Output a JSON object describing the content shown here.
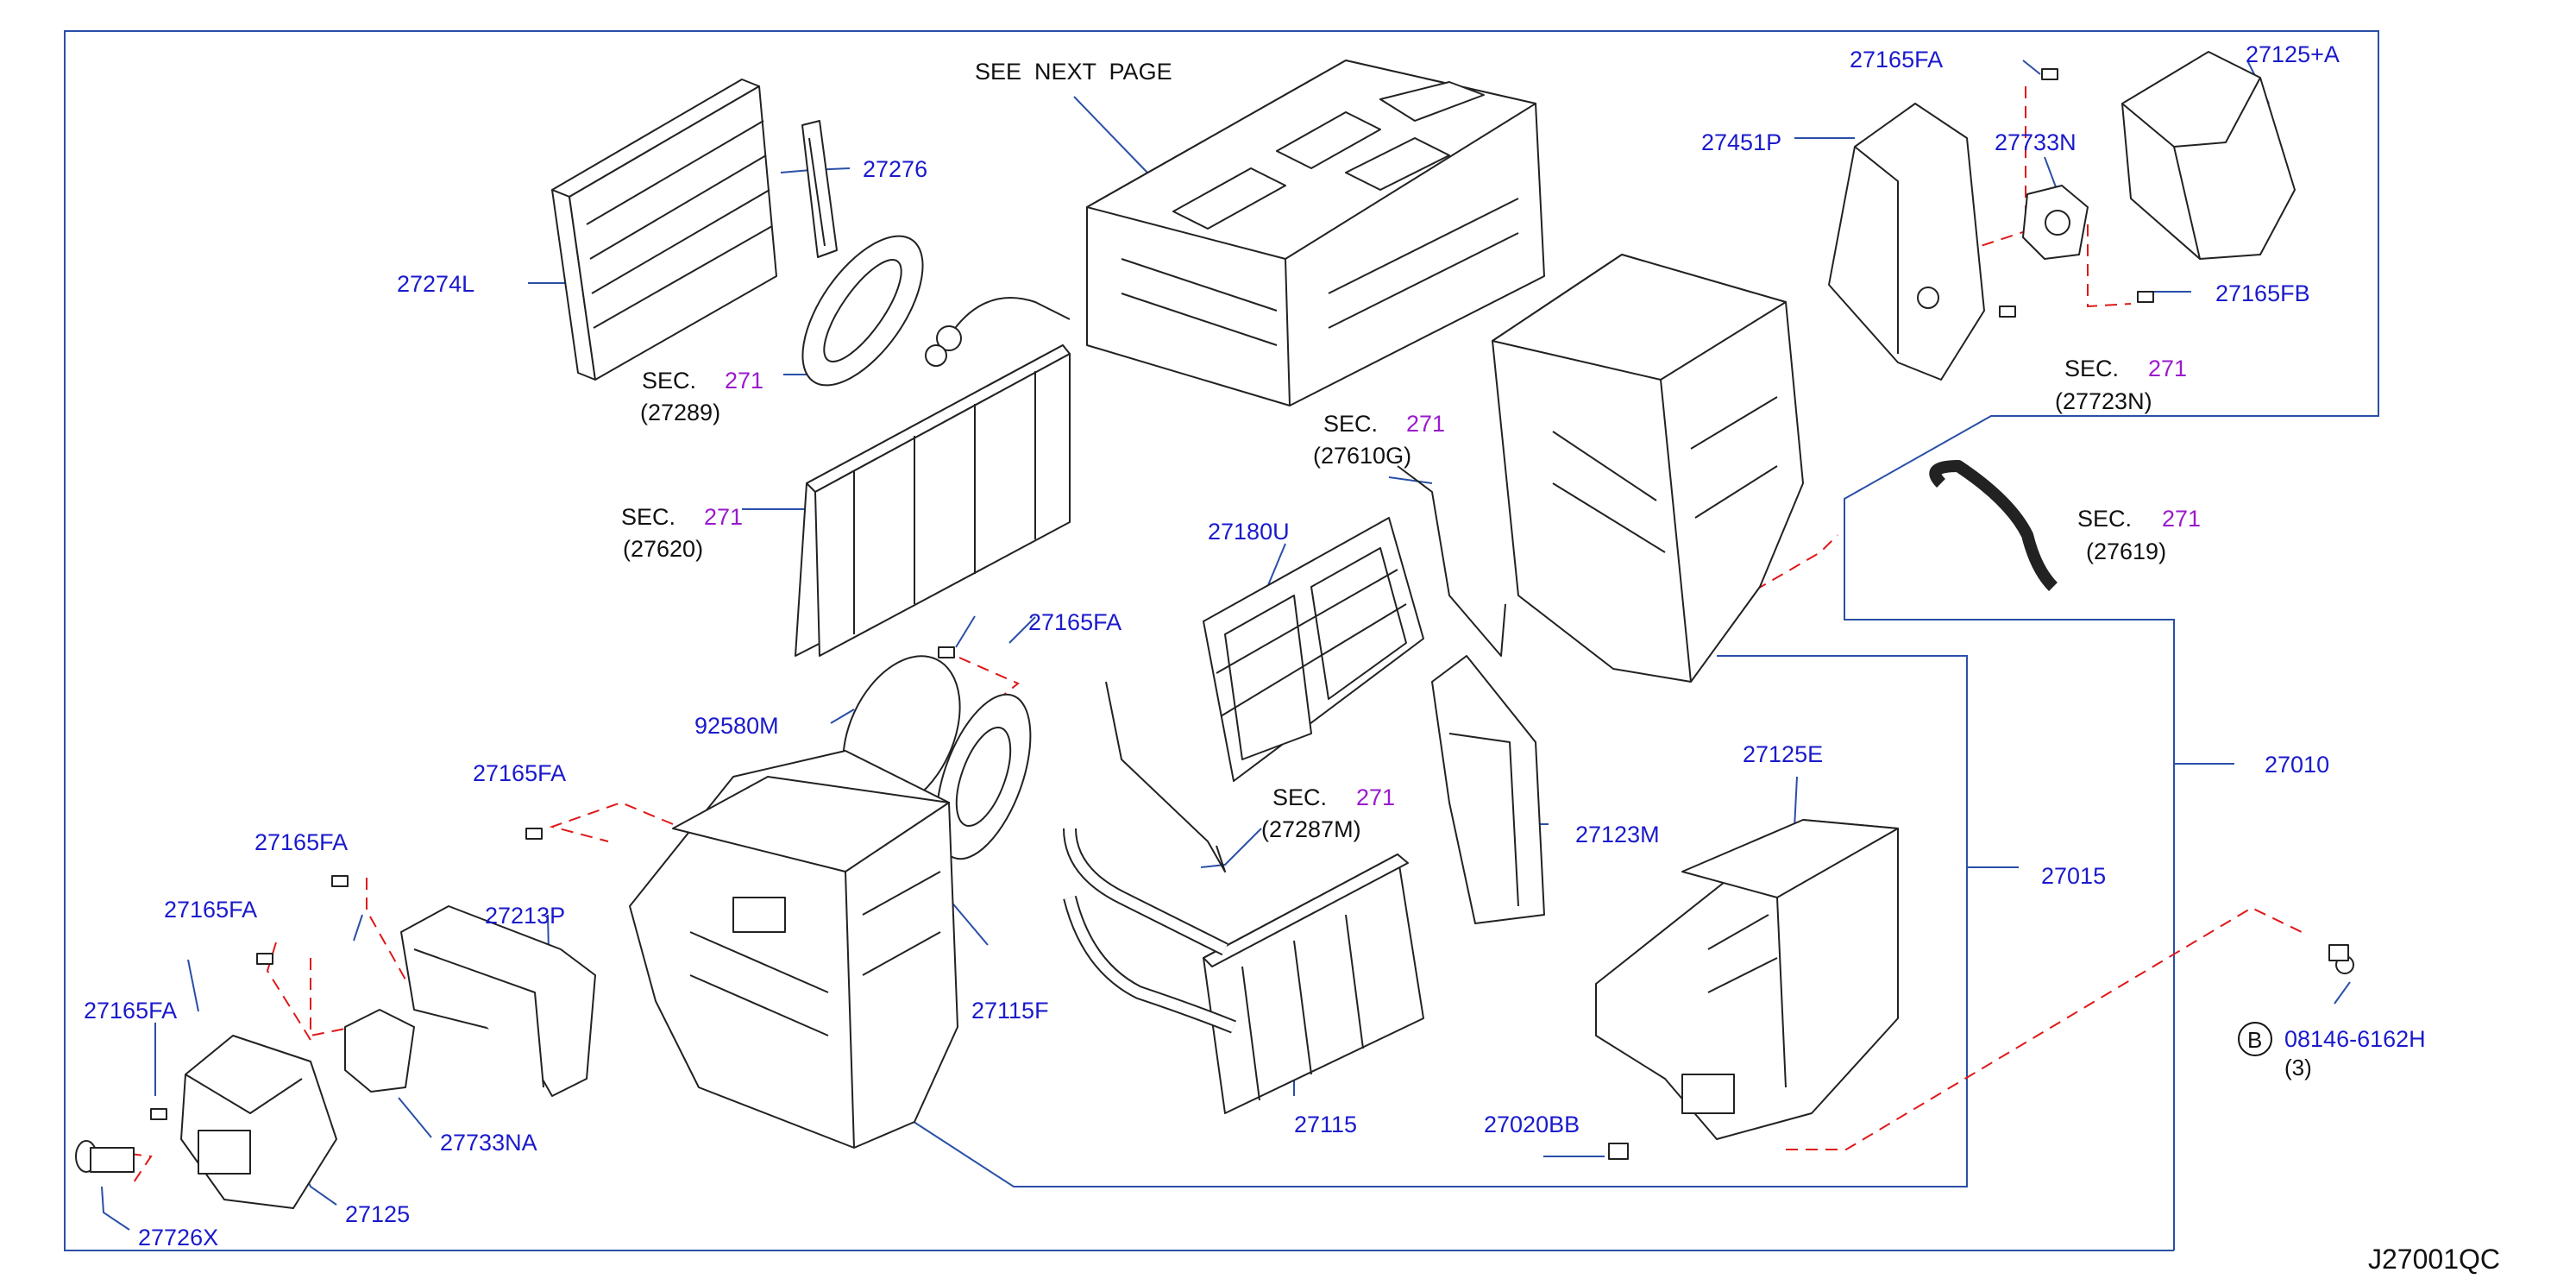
{
  "header": {
    "see_next_page": "SEE  NEXT  PAGE"
  },
  "diagram_code": "J27001QC",
  "colors": {
    "part_label": "#1a1acc",
    "sec_number": "#9a1acc",
    "text": "#111111",
    "leader": "#2a4fa8",
    "dashed": "#e01818",
    "drawing": "#222222"
  },
  "labels": {
    "p27274L": "27274L",
    "p27276": "27276",
    "p27165FA_top": "27165FA",
    "p27451P": "27451P",
    "p27733N": "27733N",
    "p27125A": "27125+A",
    "p27165FB": "27165FB",
    "p27180U": "27180U",
    "p27165FA_mid": "27165FA",
    "p92580M": "92580M",
    "p27165FA_l1": "27165FA",
    "p27165FA_l2": "27165FA",
    "p27165FA_l3": "27165FA",
    "p27165FA_l4": "27165FA",
    "p27213P": "27213P",
    "p27733NA": "27733NA",
    "p27125": "27125",
    "p27726X": "27726X",
    "p27115F": "27115F",
    "p27123M": "27123M",
    "p27115": "27115",
    "p27125E": "27125E",
    "p27020BB": "27020BB",
    "p27015": "27015",
    "p27010": "27010",
    "p08146": "08146-6162H",
    "qty": "(3)",
    "circle_b": "B"
  },
  "sections": [
    {
      "id": "s27289",
      "sec": "SEC.",
      "num": "271",
      "ref": "(27289)"
    },
    {
      "id": "s27620",
      "sec": "SEC.",
      "num": "271",
      "ref": "(27620)"
    },
    {
      "id": "s27610G",
      "sec": "SEC.",
      "num": "271",
      "ref": "(27610G)"
    },
    {
      "id": "s27287M",
      "sec": "SEC.",
      "num": "271",
      "ref": "(27287M)"
    },
    {
      "id": "s27723N",
      "sec": "SEC.",
      "num": "271",
      "ref": "(27723N)"
    },
    {
      "id": "s27619",
      "sec": "SEC.",
      "num": "271",
      "ref": "(27619)"
    }
  ]
}
